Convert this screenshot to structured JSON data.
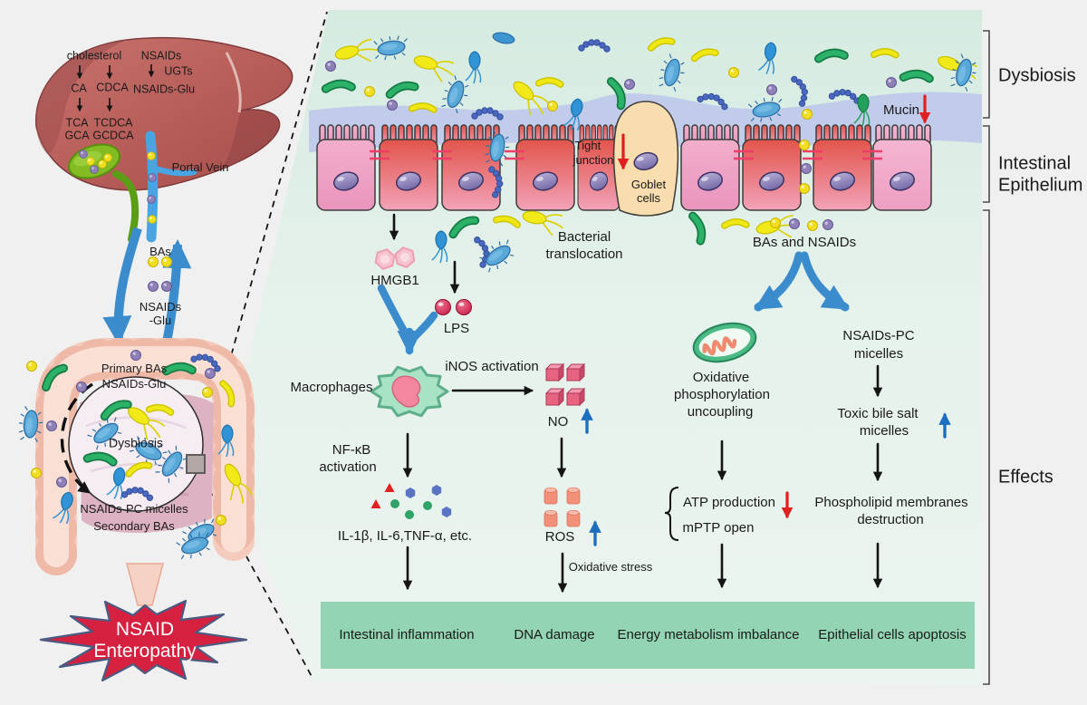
{
  "liver": {
    "cholesterol": "cholesterol",
    "nsaids": "NSAIDs",
    "ugts": "UGTs",
    "ca": "CA",
    "cdca": "CDCA",
    "nsaids_glu": "NSAIDs-Glu",
    "tca": "TCA",
    "tcdca": "TCDCA",
    "gca": "GCA",
    "gcdca": "GCDCA",
    "portal_vein": "Portal Vein"
  },
  "circulation": {
    "bas": "BAs",
    "nsaids": "NSAIDs",
    "glu": "-Glu"
  },
  "intestine": {
    "primary_bas": "Primary BAs",
    "nsaids_glu": "NSAIDs-Glu",
    "dysbiosis": "Dysbiosis",
    "nsaids_pc_micelles": "NSAIDs-PC micelles",
    "secondary_bas": "Secondary BAs"
  },
  "star": {
    "line1": "NSAID",
    "line2": "Enteropathy"
  },
  "epithelium": {
    "mucin": "Mucin",
    "tight_junction_1": "Tight",
    "tight_junction_2": "junction",
    "goblet_1": "Goblet",
    "goblet_2": "cells",
    "bacterial_translocation_1": "Bacterial",
    "bacterial_translocation_2": "translocation",
    "bas_and_nsaids": "BAs and NSAIDs"
  },
  "pathway_left": {
    "hmgb1": "HMGB1",
    "lps": "LPS",
    "macrophages": "Macrophages",
    "inos_activation": "iNOS activation",
    "no": "NO",
    "nfkb_1": "NF-κB",
    "nfkb_2": "activation",
    "cytokines": "IL-1β, IL-6,TNF-α, etc.",
    "ros": "ROS",
    "oxidative_stress": "Oxidative stress"
  },
  "pathway_right": {
    "oxphos_1": "Oxidative",
    "oxphos_2": "phosphorylation",
    "oxphos_3": "uncoupling",
    "atp_production": "ATP production",
    "mptp_open": "mPTP open",
    "nsaids_pc_1": "NSAIDs-PC",
    "nsaids_pc_2": "micelles",
    "toxic_1": "Toxic bile salt",
    "toxic_2": "micelles",
    "phospholipid_1": "Phospholipid membranes",
    "phospholipid_2": "destruction"
  },
  "outcomes": [
    "Intestinal inflammation",
    "DNA damage",
    "Energy metabolism imbalance",
    "Epithelial cells apoptosis"
  ],
  "sections": {
    "dysbiosis": "Dysbiosis",
    "intestinal_1": "Intestinal",
    "intestinal_2": "Epithelium",
    "effects": "Effects"
  },
  "colors": {
    "panel_green": "#e4f1ea",
    "bar_green": "#92d4b3",
    "arrow_blue": "#3a8ccc",
    "arrow_red": "#e01f1f",
    "arrow_up_blue": "#1e6ec0",
    "star_red": "#d5213f",
    "mucus_blue": "#c1cceb"
  }
}
